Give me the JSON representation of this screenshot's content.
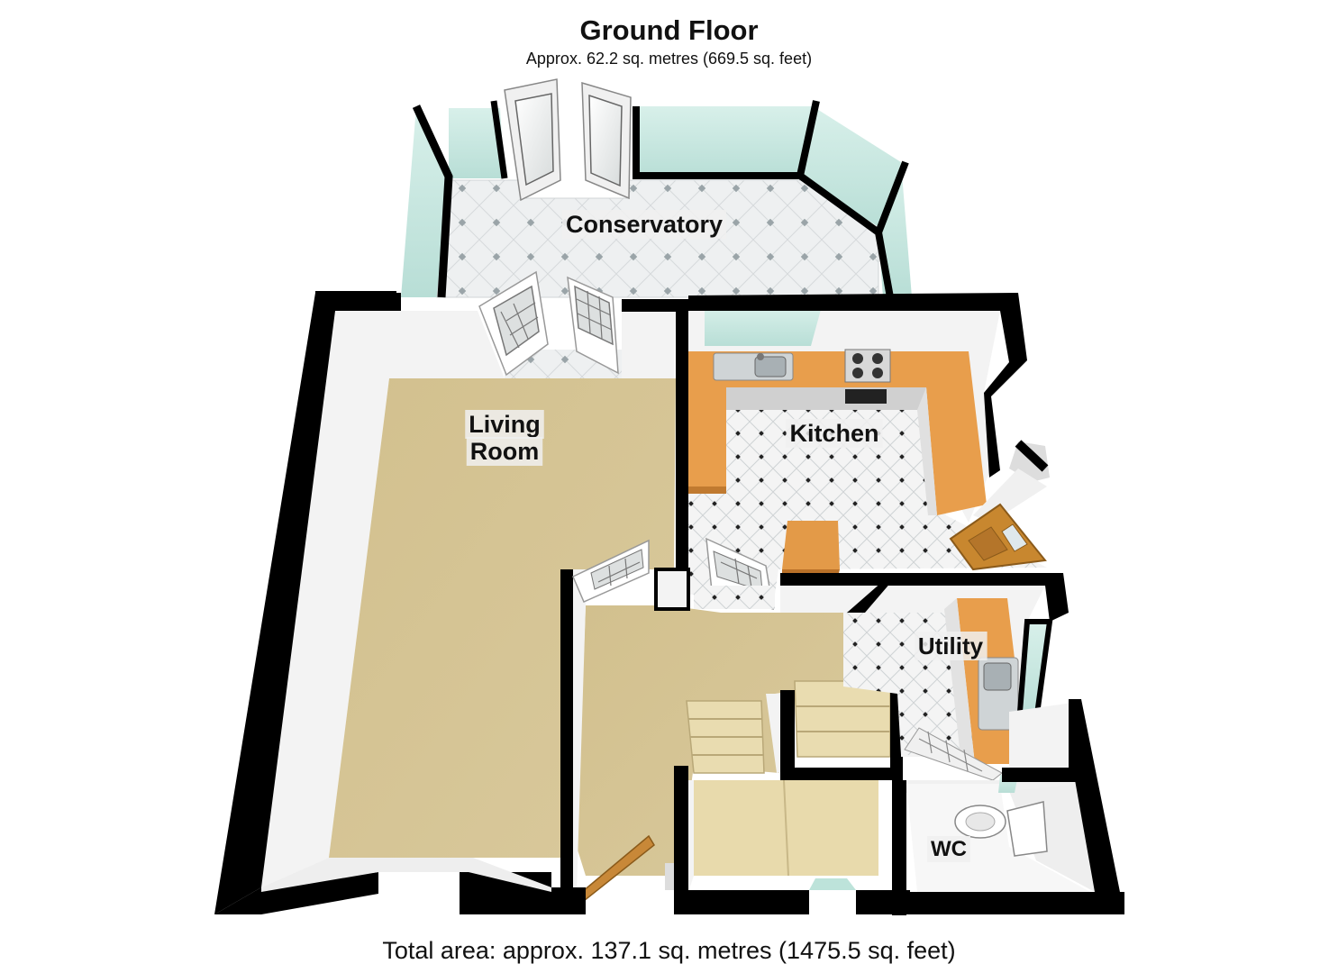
{
  "header": {
    "title": "Ground Floor",
    "subtitle": "Approx. 62.2 sq. metres (669.5 sq. feet)"
  },
  "rooms": {
    "conservatory": "Conservatory",
    "living_line1": "Living",
    "living_line2": "Room",
    "kitchen": "Kitchen",
    "utility": "Utility",
    "wc": "WC"
  },
  "footer": {
    "total_area": "Total area: approx. 137.1 sq. metres (1475.5 sq. feet)"
  },
  "colors": {
    "wall": "#000000",
    "wall_face": "#f2f2f2",
    "carpet": "#d8c898",
    "tile": "#eceff0",
    "glass": "#c8e8e0",
    "worktop": "#e8a050",
    "door": "#c88838"
  }
}
